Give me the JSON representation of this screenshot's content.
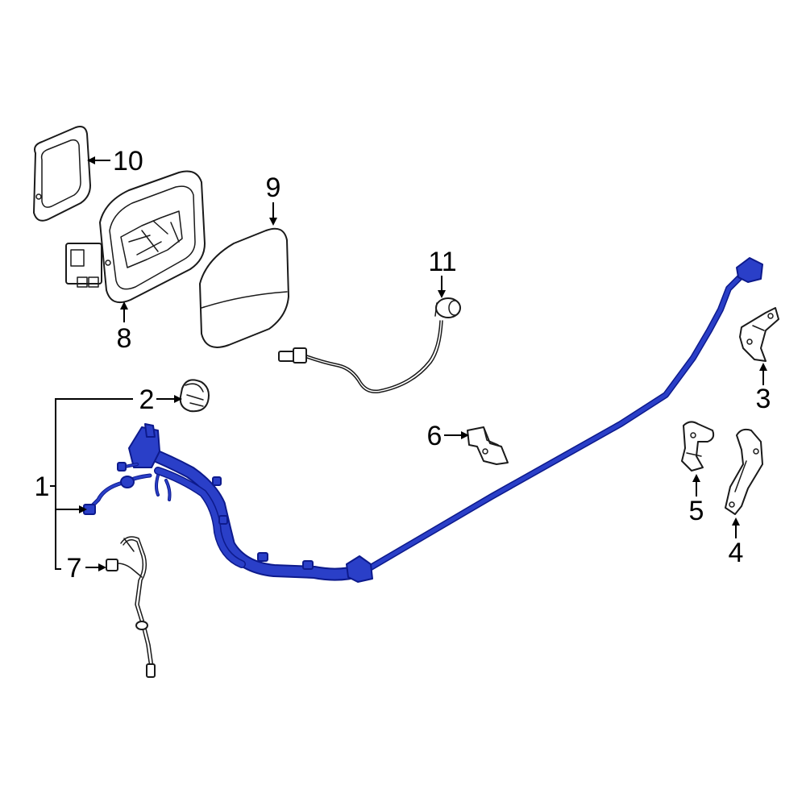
{
  "diagram": {
    "callouts": {
      "c1": "1",
      "c2": "2",
      "c3": "3",
      "c4": "4",
      "c5": "5",
      "c6": "6",
      "c7": "7",
      "c8": "8",
      "c9": "9",
      "c10": "10",
      "c11": "11"
    },
    "colors": {
      "highlight": "#2a3fc8",
      "highlight_outline": "#0d1a8c",
      "line": "#1a1a1a",
      "background": "#ffffff"
    }
  }
}
